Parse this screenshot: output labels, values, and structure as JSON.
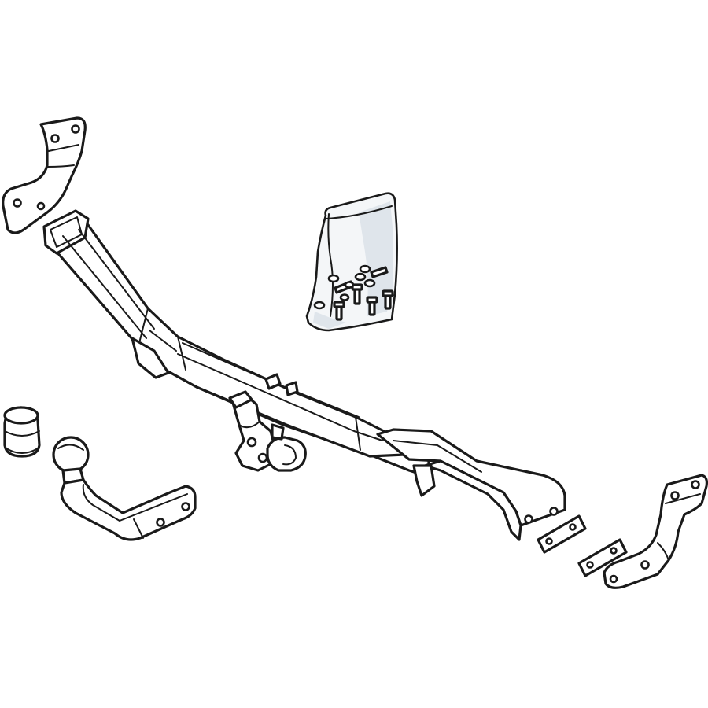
{
  "figure": {
    "parts": [
      {
        "id": "left-bracket",
        "icon": "mounting-bracket-icon"
      },
      {
        "id": "crossbar",
        "icon": "tow-bar-crossbeam-icon"
      },
      {
        "id": "fittings-bag",
        "icon": "bolt-bag-icon"
      },
      {
        "id": "dust-cover",
        "icon": "rubber-cap-icon"
      },
      {
        "id": "tow-ball-neck",
        "icon": "tow-ball-icon"
      },
      {
        "id": "spacer-plates",
        "icon": "spacer-plate-icon"
      },
      {
        "id": "right-bracket",
        "icon": "mounting-bracket-icon"
      }
    ],
    "colors": {
      "line": "#1a1a1a",
      "fill": "#ffffff",
      "bag_tint": "#dfe5eb"
    }
  }
}
